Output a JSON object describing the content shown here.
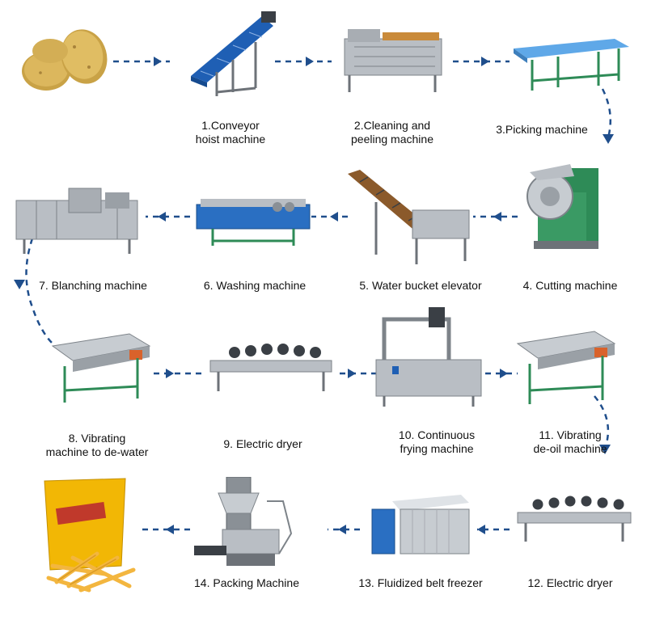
{
  "colors": {
    "arrow": "#1f4e8c",
    "steel": "#b9bec4",
    "steel_dark": "#7d8389",
    "belt_blue": "#1f5fb4",
    "frame_green": "#2e8b57",
    "potato": "#d8b45a",
    "bag_yellow": "#f2b705",
    "fries": "#f3b63f"
  },
  "steps": [
    {
      "id": 0,
      "icon": "potato-icon",
      "lines": []
    },
    {
      "id": 1,
      "icon": "conveyor-icon",
      "lines": [
        "1.Conveyor",
        "hoist machine"
      ]
    },
    {
      "id": 2,
      "icon": "washer-peeler-icon",
      "lines": [
        "2.Cleaning and",
        "peeling machine"
      ]
    },
    {
      "id": 3,
      "icon": "picking-belt-icon",
      "lines": [
        "3.Picking machine"
      ]
    },
    {
      "id": 4,
      "icon": "cutter-icon",
      "lines": [
        "4. Cutting machine"
      ]
    },
    {
      "id": 5,
      "icon": "bucket-elevator-icon",
      "lines": [
        "5. Water bucket elevator"
      ]
    },
    {
      "id": 6,
      "icon": "washing-tank-icon",
      "lines": [
        "6. Washing machine"
      ]
    },
    {
      "id": 7,
      "icon": "blancher-icon",
      "lines": [
        "7. Blanching machine"
      ]
    },
    {
      "id": 8,
      "icon": "vibrating-screen-icon",
      "lines": [
        "8. Vibrating",
        "machine to de-water"
      ]
    },
    {
      "id": 9,
      "icon": "air-dryer-icon",
      "lines": [
        "9. Electric dryer"
      ]
    },
    {
      "id": 10,
      "icon": "fryer-icon",
      "lines": [
        "10. Continuous",
        "frying machine"
      ]
    },
    {
      "id": 11,
      "icon": "vibrating-screen-icon",
      "lines": [
        "11. Vibrating",
        "de-oil machine"
      ]
    },
    {
      "id": 12,
      "icon": "air-dryer-icon",
      "lines": [
        "12. Electric dryer"
      ]
    },
    {
      "id": 13,
      "icon": "freezer-icon",
      "lines": [
        "13. Fluidized belt freezer"
      ]
    },
    {
      "id": 14,
      "icon": "packing-machine-icon",
      "lines": [
        "14. Packing Machine"
      ]
    },
    {
      "id": 15,
      "icon": "fries-bag-icon",
      "lines": []
    }
  ]
}
